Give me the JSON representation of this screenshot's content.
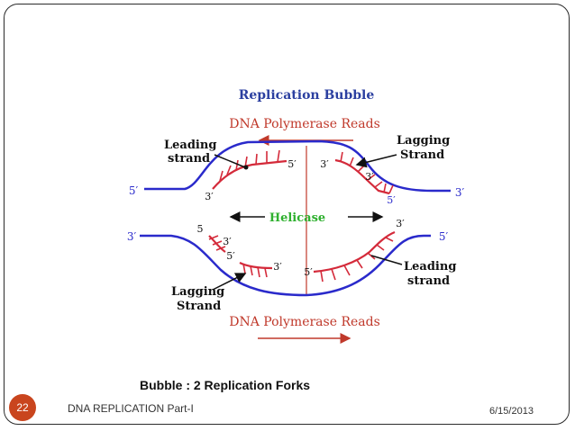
{
  "diagram": {
    "title": "Replication Bubble",
    "reads_top": "DNA Polymerase Reads",
    "reads_bottom": "DNA Polymerase Reads",
    "helicase": "Helicase",
    "top_left_label": [
      "Leading",
      "strand"
    ],
    "top_right_label": [
      "Lagging",
      "Strand"
    ],
    "bottom_left_label": [
      "Lagging",
      "Strand"
    ],
    "bottom_right_label": [
      "Leading",
      "strand"
    ],
    "ends": {
      "top_left_5": "5′",
      "top_left_3": "3′",
      "top_mid_5": "5′",
      "top_mid_3": "3′",
      "top_right_3": "3′",
      "top_right_5": "5′",
      "bottom_left_3": "3′",
      "bottom_left_5": "5",
      "bottom_left_3b": "3′",
      "bottom_left_5b": "5′",
      "bottom_left_3c": "3′",
      "bottom_mid_5": "5′",
      "bottom_right_3": "3′",
      "bottom_right_5": "5′"
    },
    "colors": {
      "parent_strand": "#2a2acb",
      "new_strand": "#d42a3a",
      "title": "#2b3fa0",
      "helicase": "#2fb02f",
      "arrow": "#c0392b"
    }
  },
  "caption": "Bubble : 2 Replication  Forks",
  "footer": {
    "slide_number": "22",
    "title": "DNA REPLICATION Part-I",
    "date": "6/15/2013"
  }
}
